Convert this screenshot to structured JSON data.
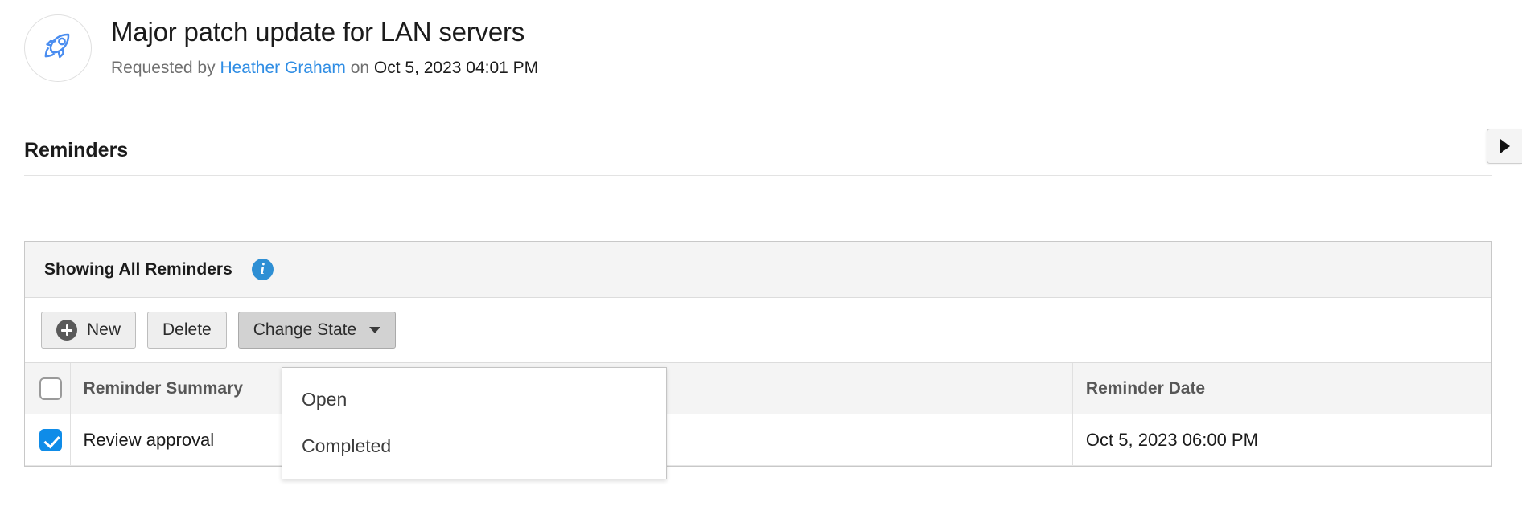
{
  "record": {
    "icon": "rocket-icon",
    "title": "Major patch update for LAN servers",
    "requested_by_label": "Requested by",
    "requester": "Heather Graham",
    "on_label": "on",
    "requested_date": "Oct 5, 2023 04:01 PM",
    "requester_link_color": "#2f8de4"
  },
  "section": {
    "heading": "Reminders"
  },
  "edge_tab": {
    "icon": "triangle-right-icon"
  },
  "panel": {
    "title": "Showing All Reminders",
    "info_icon": "info-icon",
    "info_icon_color": "#2e8fd4",
    "toolbar": {
      "new_label": "New",
      "new_icon": "plus-circle-icon",
      "delete_label": "Delete",
      "change_state_label": "Change State",
      "change_state_caret": "chevron-down-icon",
      "change_state_active": true
    },
    "dropdown": {
      "open": true,
      "items": [
        {
          "label": "Open"
        },
        {
          "label": "Completed"
        }
      ]
    },
    "table": {
      "columns": [
        "",
        "Reminder Summary",
        "",
        "Reminder Date"
      ],
      "header_checkbox_checked": false,
      "rows": [
        {
          "checked": true,
          "summary": "Review approval",
          "date": "Oct 5, 2023 06:00 PM"
        }
      ]
    }
  }
}
